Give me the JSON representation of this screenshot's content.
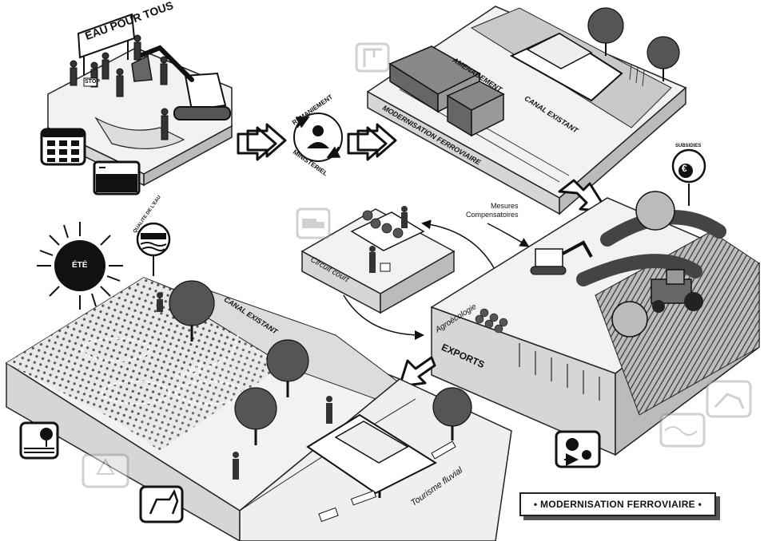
{
  "title": "",
  "blocks": {
    "protest": {
      "sign": "EAU POUR TOUS",
      "small_sign": "STOP"
    },
    "reshuffle": {
      "label_top": "REMANIEMENT",
      "label_bottom": "MINISTERIEL"
    },
    "canal_block": {
      "amenagement": "AMENAGEMENT",
      "canal": "CANAL EXISTANT",
      "rail": "MODERNISATION FERROVIAIRE"
    },
    "compensation": {
      "label_line1": "Mesures",
      "label_line2": "Compensatoires"
    },
    "market": {
      "label": "Circuit court"
    },
    "agro": {
      "subsidies": "SUBSIDIES",
      "euro": "€",
      "agroecologie": "Agroécologie",
      "exports": "EXPORTS"
    },
    "summer": {
      "sun_label": "ÉTÉ",
      "quality": "QUALITE DE L'EAU",
      "canal": "CANAL EXISTANT",
      "irrigation": "Irrigation",
      "tourism": "Tourisme fluvial"
    },
    "legend": {
      "text": "• MODERNISATION FERROVIAIRE •"
    }
  },
  "icons": [
    "calendar-icon",
    "water-level-icon",
    "construction-icon",
    "truck-icon",
    "subsidies-euro-icon",
    "sun-icon",
    "water-quality-badge",
    "landscape-icon",
    "warning-icon",
    "dog-icon",
    "transfer-icon",
    "flood-icon",
    "excavator-icon"
  ],
  "colors": {
    "ink": "#111111",
    "platform_top": "#f2f2f2",
    "platform_side": "#d6d6d6",
    "water": "#c9c9c9",
    "foliage": "#555555",
    "faded_icon": "#cfcfcf"
  }
}
